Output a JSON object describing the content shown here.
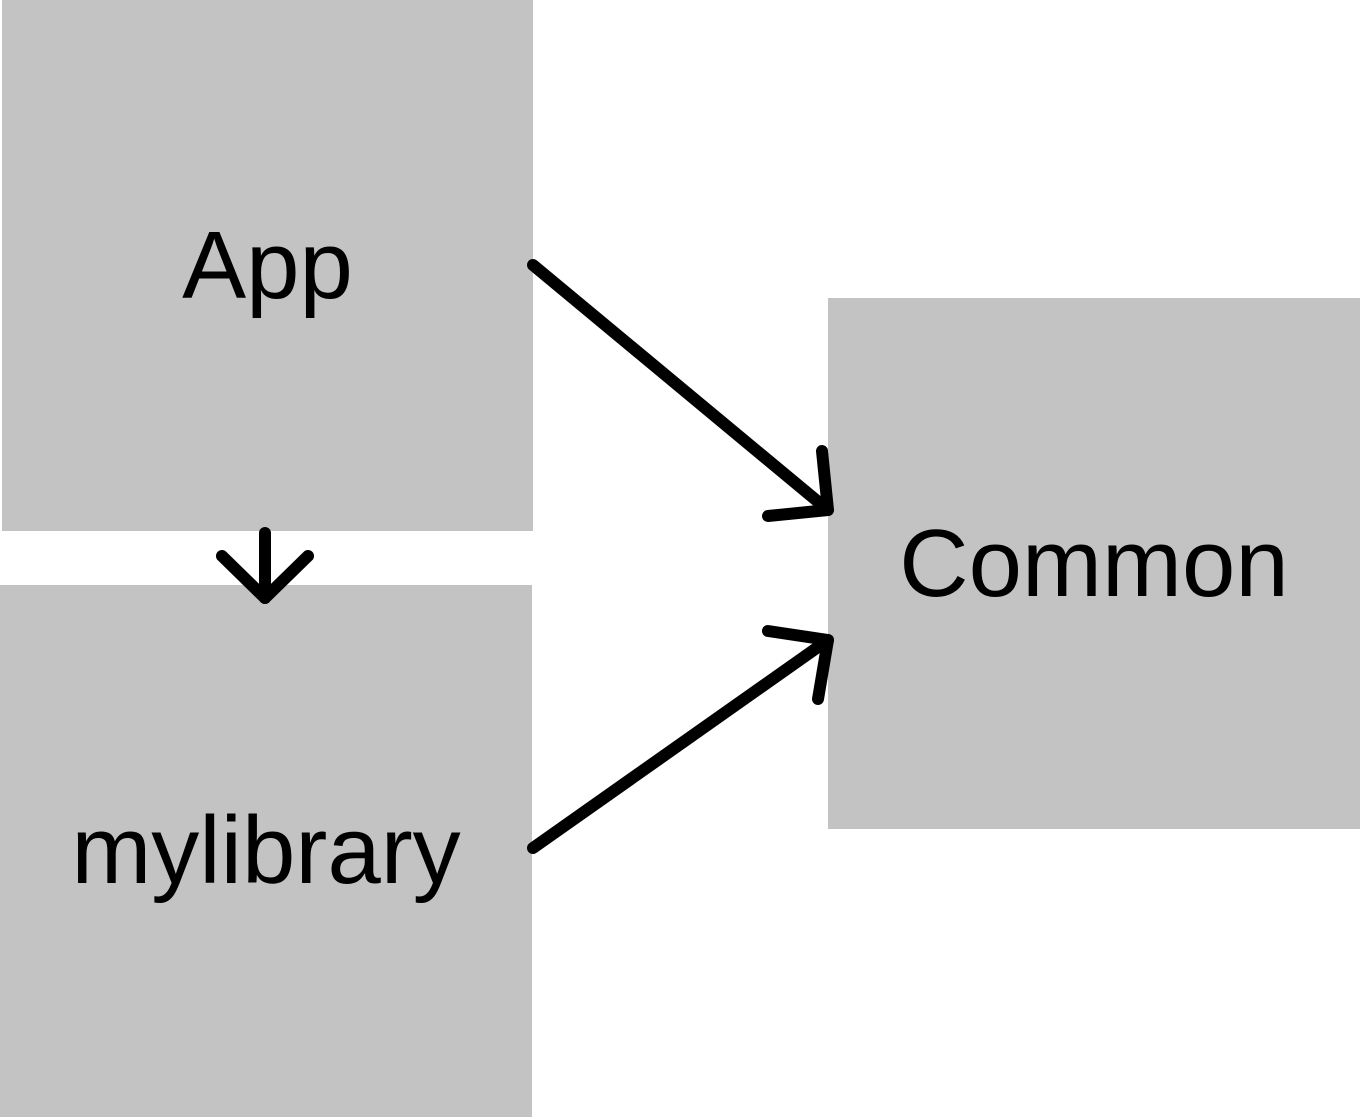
{
  "nodes": {
    "app": {
      "label": "App"
    },
    "mylibrary": {
      "label": "mylibrary"
    },
    "common": {
      "label": "Common"
    }
  },
  "edges": [
    {
      "from": "App",
      "to": "mylibrary"
    },
    {
      "from": "App",
      "to": "Common"
    },
    {
      "from": "mylibrary",
      "to": "Common"
    }
  ],
  "colors": {
    "node_fill": "#c3c3c3",
    "edge_stroke": "#000000",
    "background": "#ffffff"
  }
}
